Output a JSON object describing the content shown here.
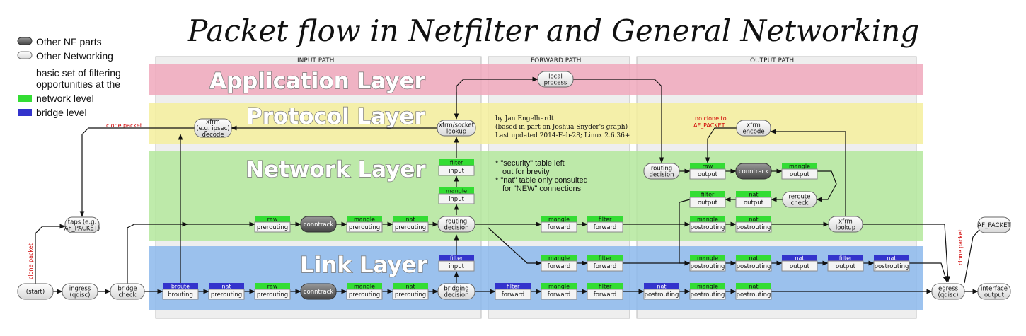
{
  "title": "Packet flow in Netfilter and General Networking",
  "legend": {
    "items": [
      {
        "label": "Other NF parts",
        "color": "#666666"
      },
      {
        "label": "Other Networking",
        "color": "#e6e6e6"
      },
      {
        "label": "basic set of filtering opportunities at the",
        "color": ""
      },
      {
        "label": "network level",
        "color": "#33dd33"
      },
      {
        "label": "bridge level",
        "color": "#3333cc"
      }
    ]
  },
  "paths": {
    "input": "INPUT PATH",
    "forward": "FORWARD PATH",
    "output": "OUTPUT PATH"
  },
  "layers": [
    {
      "name": "Application Layer",
      "color": "#f0a8bc"
    },
    {
      "name": "Protocol Layer",
      "color": "#f4ee9c"
    },
    {
      "name": "Network Layer",
      "color": "#b4e89c"
    },
    {
      "name": "Link Layer",
      "color": "#8cb8ec"
    }
  ],
  "notes": {
    "credit": [
      "by Jan Engelhardt",
      "(based in part on Joshua Snyder's graph)",
      "Last updated 2014-Feb-28; Linux 2.6.36+"
    ],
    "tables": [
      "* \"security\" table left",
      "out for brevity",
      "* \"nat\" table only consulted",
      "for \"NEW\" connections"
    ],
    "clone_packet_left": "clone packet",
    "clone_packet_top": "clone packet",
    "clone_packet_right": "clone packet",
    "no_clone": [
      "no clone to",
      "AF_PACKET"
    ]
  },
  "colors": {
    "network": "#33dd33",
    "bridge": "#3333cc",
    "other_nf": "#666666",
    "other_net": "#e6e6e6",
    "red": "#d00000"
  },
  "nodes": [
    {
      "id": "start",
      "label": [
        "(start)"
      ],
      "tag": ""
    },
    {
      "id": "ingress",
      "label": [
        "ingress",
        "(qdisc)"
      ],
      "tag": ""
    },
    {
      "id": "bridge-check",
      "label": [
        "bridge",
        "check"
      ],
      "tag": ""
    },
    {
      "id": "taps",
      "label": [
        "taps (e.g.",
        "AF_PACKET)"
      ],
      "tag": ""
    },
    {
      "id": "xfrm-decode",
      "label": [
        "xfrm",
        "(e.g. ipsec)",
        "decode"
      ],
      "tag": ""
    },
    {
      "id": "xfrm-socket-lookup",
      "label": [
        "xfrm/socket",
        "lookup"
      ],
      "tag": ""
    },
    {
      "id": "local-process",
      "label": [
        "local",
        "process"
      ],
      "tag": ""
    },
    {
      "id": "filter-input-net",
      "label": [
        "input"
      ],
      "tag": "filter"
    },
    {
      "id": "mangle-input",
      "label": [
        "input"
      ],
      "tag": "mangle"
    },
    {
      "id": "raw-prerouting-net",
      "label": [
        "prerouting"
      ],
      "tag": "raw"
    },
    {
      "id": "conntrack-net-in",
      "label": [
        "conntrack"
      ],
      "tag": ""
    },
    {
      "id": "mangle-prerouting-net",
      "label": [
        "prerouting"
      ],
      "tag": "mangle"
    },
    {
      "id": "nat-prerouting-net",
      "label": [
        "prerouting"
      ],
      "tag": "nat"
    },
    {
      "id": "routing-decision-in",
      "label": [
        "routing",
        "decision"
      ],
      "tag": ""
    },
    {
      "id": "filter-input-bridge",
      "label": [
        "input"
      ],
      "tag": "filter"
    },
    {
      "id": "broute-brouting",
      "label": [
        "brouting"
      ],
      "tag": "broute"
    },
    {
      "id": "nat-prerouting-bridge",
      "label": [
        "prerouting"
      ],
      "tag": "nat"
    },
    {
      "id": "raw-prerouting-link",
      "label": [
        "prerouting"
      ],
      "tag": "raw"
    },
    {
      "id": "conntrack-link",
      "label": [
        "conntrack"
      ],
      "tag": ""
    },
    {
      "id": "mangle-prerouting-link",
      "label": [
        "prerouting"
      ],
      "tag": "mangle"
    },
    {
      "id": "nat-prerouting-link",
      "label": [
        "prerouting"
      ],
      "tag": "nat"
    },
    {
      "id": "bridging-decision",
      "label": [
        "bridging",
        "decision"
      ],
      "tag": ""
    },
    {
      "id": "mangle-forward-net",
      "label": [
        "forward"
      ],
      "tag": "mangle"
    },
    {
      "id": "filter-forward-net",
      "label": [
        "forward"
      ],
      "tag": "filter"
    },
    {
      "id": "mangle-forward-link",
      "label": [
        "forward"
      ],
      "tag": "mangle"
    },
    {
      "id": "filter-forward-link",
      "label": [
        "forward"
      ],
      "tag": "filter"
    },
    {
      "id": "filter-forward-bridge",
      "label": [
        "forward"
      ],
      "tag": "filter"
    },
    {
      "id": "mangle-forward-bridge",
      "label": [
        "forward"
      ],
      "tag": "mangle"
    },
    {
      "id": "filter-forward-bridge2",
      "label": [
        "forward"
      ],
      "tag": "filter"
    },
    {
      "id": "xfrm-encode",
      "label": [
        "xfrm",
        "encode"
      ],
      "tag": ""
    },
    {
      "id": "routing-decision-out",
      "label": [
        "routing",
        "decision"
      ],
      "tag": ""
    },
    {
      "id": "raw-output",
      "label": [
        "output"
      ],
      "tag": "raw"
    },
    {
      "id": "conntrack-out",
      "label": [
        "conntrack"
      ],
      "tag": ""
    },
    {
      "id": "mangle-output",
      "label": [
        "output"
      ],
      "tag": "mangle"
    },
    {
      "id": "filter-output-net",
      "label": [
        "output"
      ],
      "tag": "filter"
    },
    {
      "id": "nat-output-net",
      "label": [
        "output"
      ],
      "tag": "nat"
    },
    {
      "id": "reroute-check",
      "label": [
        "reroute",
        "check"
      ],
      "tag": ""
    },
    {
      "id": "mangle-postrouting-net",
      "label": [
        "postrouting"
      ],
      "tag": "mangle"
    },
    {
      "id": "nat-postrouting-net",
      "label": [
        "postrouting"
      ],
      "tag": "nat"
    },
    {
      "id": "xfrm-lookup",
      "label": [
        "xfrm",
        "lookup"
      ],
      "tag": ""
    },
    {
      "id": "mangle-postrouting-link",
      "label": [
        "postrouting"
      ],
      "tag": "mangle"
    },
    {
      "id": "nat-postrouting-link",
      "label": [
        "postrouting"
      ],
      "tag": "nat"
    },
    {
      "id": "nat-output-bridge",
      "label": [
        "output"
      ],
      "tag": "nat"
    },
    {
      "id": "filter-output-bridge",
      "label": [
        "output"
      ],
      "tag": "filter"
    },
    {
      "id": "nat-postrouting-bridge",
      "label": [
        "postrouting"
      ],
      "tag": "nat"
    },
    {
      "id": "nat-postrouting-bridge2",
      "label": [
        "postrouting"
      ],
      "tag": "nat"
    },
    {
      "id": "mangle-postrouting-bridge",
      "label": [
        "postrouting"
      ],
      "tag": "mangle"
    },
    {
      "id": "nat-postrouting-bridge3",
      "label": [
        "postrouting"
      ],
      "tag": "nat"
    },
    {
      "id": "egress",
      "label": [
        "egress",
        "(qdisc)"
      ],
      "tag": ""
    },
    {
      "id": "interface-output",
      "label": [
        "interface",
        "output"
      ],
      "tag": ""
    },
    {
      "id": "af-packet",
      "label": [
        "AF_PACKET"
      ],
      "tag": ""
    }
  ]
}
